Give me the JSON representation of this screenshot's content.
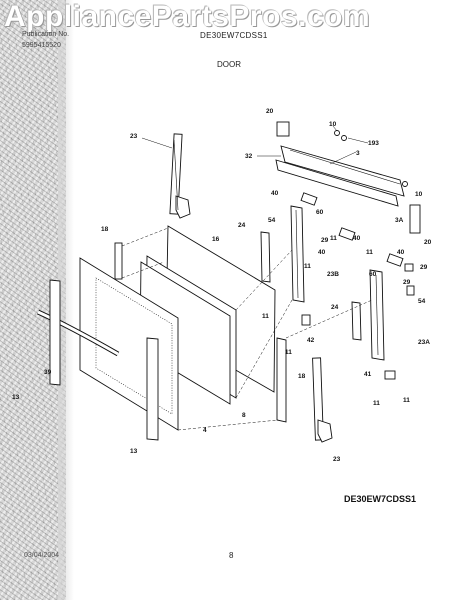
{
  "watermark": "AppliancePartsPros.com",
  "header": {
    "pub_label": "Publication No.",
    "pub_number": "5995415520",
    "model": "DE30EW7CDSS1",
    "section_title": "DOOR"
  },
  "callouts": {
    "c3": "3",
    "c3a": "3A",
    "c4": "4",
    "c8": "8",
    "c10a": "10",
    "c10b": "10",
    "c11a": "11",
    "c11b": "11",
    "c11c": "11",
    "c11d": "11",
    "c13a": "13",
    "c13b": "13",
    "c16": "16",
    "c18a": "18",
    "c18b": "18",
    "c20a": "20",
    "c20b": "20",
    "c23a": "23",
    "c23b": "23",
    "c23a_lbl": "23A",
    "c23b_lbl": "23B",
    "c24a": "24",
    "c24b": "24",
    "c29a": "29",
    "c29b": "29",
    "c29c": "29",
    "c32": "32",
    "c39": "39",
    "c40a": "40",
    "c40b": "40",
    "c40c": "40",
    "c41": "41",
    "c42": "42",
    "c54a": "54",
    "c54b": "54",
    "c60a": "60",
    "c60b": "60",
    "c193": "193"
  },
  "footer": {
    "model": "DE30EW7CDSS1",
    "date": "03/04/2004",
    "page": "8"
  },
  "colors": {
    "line": "#111111",
    "texture": "#d6d6d6",
    "background": "#ffffff"
  }
}
